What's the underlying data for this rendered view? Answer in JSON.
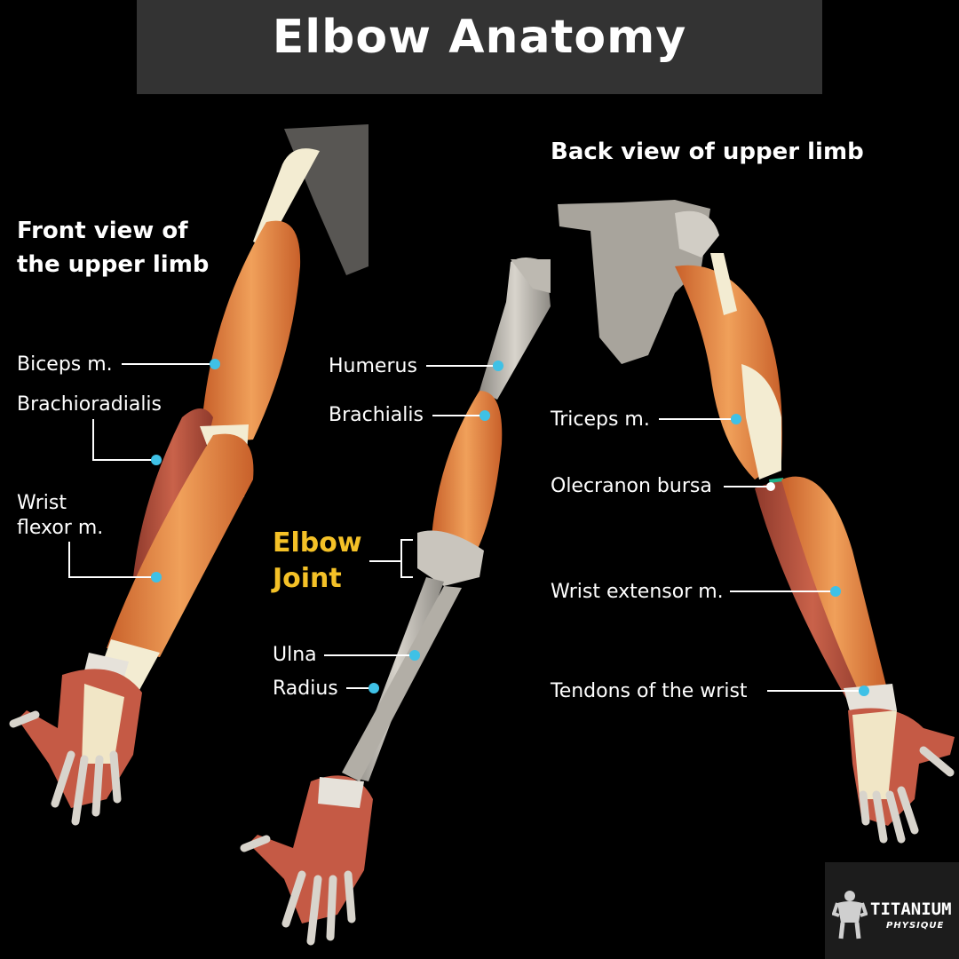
{
  "title": "Elbow Anatomy",
  "views": {
    "front": "Front view of the upper limb",
    "back": "Back view of upper limb"
  },
  "front_labels": {
    "biceps": "Biceps m.",
    "brachioradialis": "Brachioradialis",
    "wrist_flexor": "Wrist flexor m."
  },
  "middle_labels": {
    "humerus": "Humerus",
    "brachialis": "Brachialis",
    "elbow_joint": "Elbow Joint",
    "ulna": "Ulna",
    "radius": "Radius"
  },
  "back_labels": {
    "triceps": "Triceps m.",
    "olecranon_bursa": "Olecranon bursa",
    "wrist_extensor": "Wrist extensor m.",
    "tendons_wrist": "Tendons of the wrist"
  },
  "logo": {
    "line1": "TITANIUM",
    "line2": "PHYSIQUE"
  },
  "colors": {
    "background": "#000000",
    "title_bar": "#333333",
    "marker": "#3fc1e6",
    "highlight_label": "#f4c127",
    "muscle": "#e8893a",
    "bone": "#c9c5bd",
    "tendon": "#f3ecd2"
  }
}
